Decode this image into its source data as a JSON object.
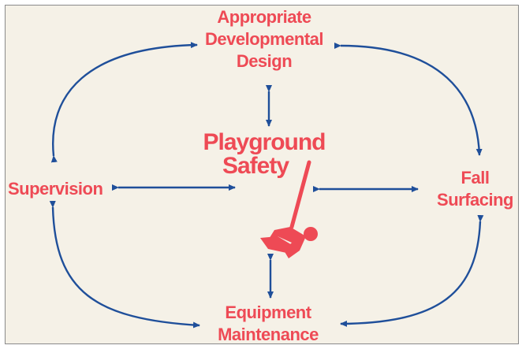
{
  "diagram": {
    "center": {
      "line1": "Playground",
      "line2": "Safety"
    },
    "top": {
      "line1": "Appropriate",
      "line2": "Developmental",
      "line3": "Design"
    },
    "left": {
      "line1": "Supervision"
    },
    "right": {
      "line1": "Fall",
      "line2": "Surfacing"
    },
    "bottom": {
      "line1": "Equipment",
      "line2": "Maintenance"
    },
    "colors": {
      "text": "#ee4a55",
      "arrow": "#1f4f9a",
      "background": "#f5f1e7"
    },
    "icons": [
      "swing-figure-icon"
    ]
  }
}
